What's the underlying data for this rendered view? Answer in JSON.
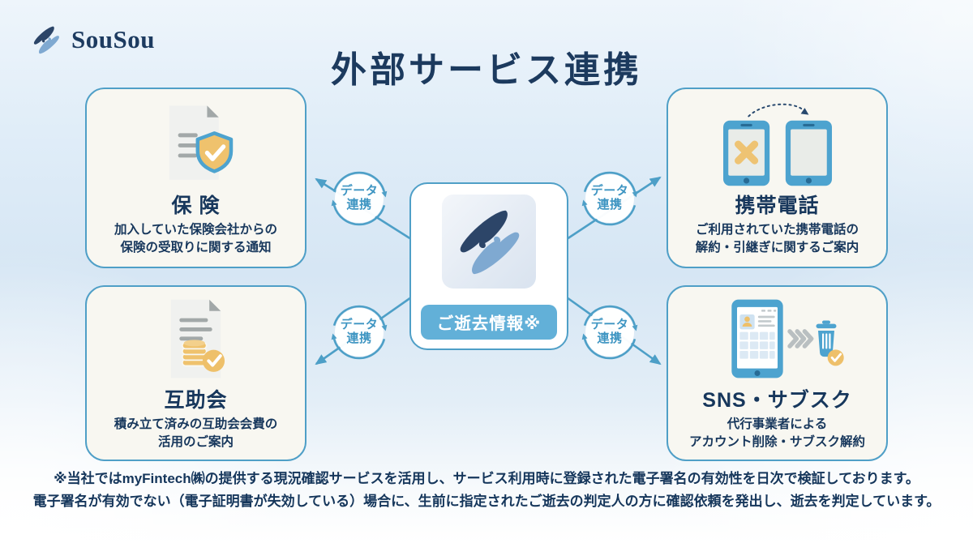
{
  "brand": {
    "name": "SouSou"
  },
  "header": {
    "title": "外部サービス連携"
  },
  "center": {
    "pill_label": "ご逝去情報※"
  },
  "sync_badge": {
    "line1": "データ",
    "line2": "連携"
  },
  "services": {
    "insurance": {
      "heading": "保 険",
      "desc1": "加入していた保険会社からの",
      "desc2": "保険の受取りに関する通知"
    },
    "mobile": {
      "heading": "携帯電話",
      "desc1": "ご利用されていた携帯電話の",
      "desc2": "解約・引継ぎに関するご案内"
    },
    "mutual_aid": {
      "heading": "互助会",
      "desc1": "積み立て済みの互助会会費の",
      "desc2": "活用のご案内"
    },
    "sns_subscription": {
      "heading": "SNS・サブスク",
      "desc1": "代行事業者による",
      "desc2": "アカウント削除・サブスク解約"
    }
  },
  "footer": {
    "note_line1": "※当社ではmyFintech㈱の提供する現況確認サービスを活用し、サービス利用時に登録された電子署名の有効性を日次で検証しております。",
    "note_line2": "電子署名が有効でない（電子証明書が失効している）場合に、生前に指定されたご逝去の判定人の方に確認依頼を発出し、逝去を判定しています。"
  },
  "icons": {
    "brand": "sousou-hands-logo",
    "center_mark": "sousou-hands-mark",
    "insurance": "document-shield-check-icon",
    "mobile": "phone-transfer-icon",
    "mutual_aid": "document-coins-check-icon",
    "sns_subscription": "phone-delete-trash-icon",
    "sync": "sync-cycle-icon",
    "connector": "data-flow-arrow"
  },
  "colors": {
    "accent_blue": "#4f9fc7",
    "navy_text": "#1c3a5e",
    "pill_blue": "#62b0d8",
    "highlight_yellow": "#efc26d",
    "card_background": "#f8f7f1"
  }
}
